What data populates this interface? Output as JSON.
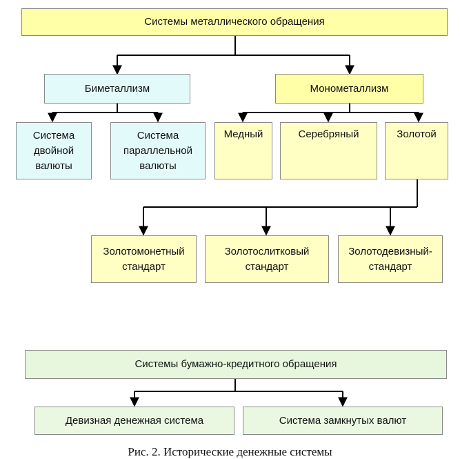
{
  "metal": {
    "root": "Системы металлического обращения",
    "bimetal": "Биметаллизм",
    "monometal": "Монометаллизм",
    "dual": "Система двойной валюты",
    "parallel": "Система параллельной валюты",
    "copper": "Медный",
    "silver": "Серебряный",
    "gold": "Золотой",
    "gold_coin": "Золотомонетный стандарт",
    "gold_bullion": "Золотослитковый стандарт",
    "gold_exchange": "Золотодевизный-стандарт"
  },
  "paper": {
    "root": "Системы бумажно-кредитного обращения",
    "exchange": "Девизная денежная система",
    "closed": "Система замкнутых валют"
  },
  "caption": "Рис. 2. Исторические денежные системы"
}
